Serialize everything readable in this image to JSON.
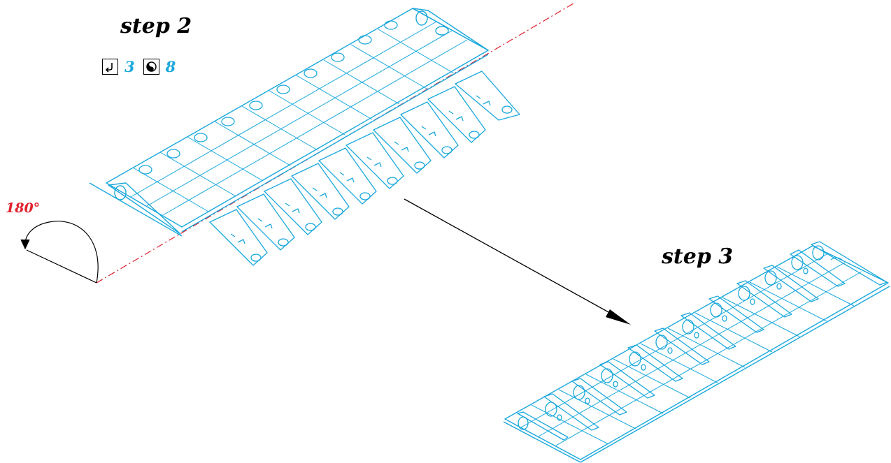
{
  "steps": {
    "step2_title": "step 2",
    "step3_title": "step 3"
  },
  "rotation": {
    "label": "180°"
  },
  "legend": [
    {
      "icon": "fold-arrow-icon",
      "count": "3"
    },
    {
      "icon": "glue-icon",
      "count": "8"
    }
  ],
  "colors": {
    "part_lines": "#1aa8dc",
    "rotation_axis": "#e0202e",
    "text": "#000000"
  }
}
